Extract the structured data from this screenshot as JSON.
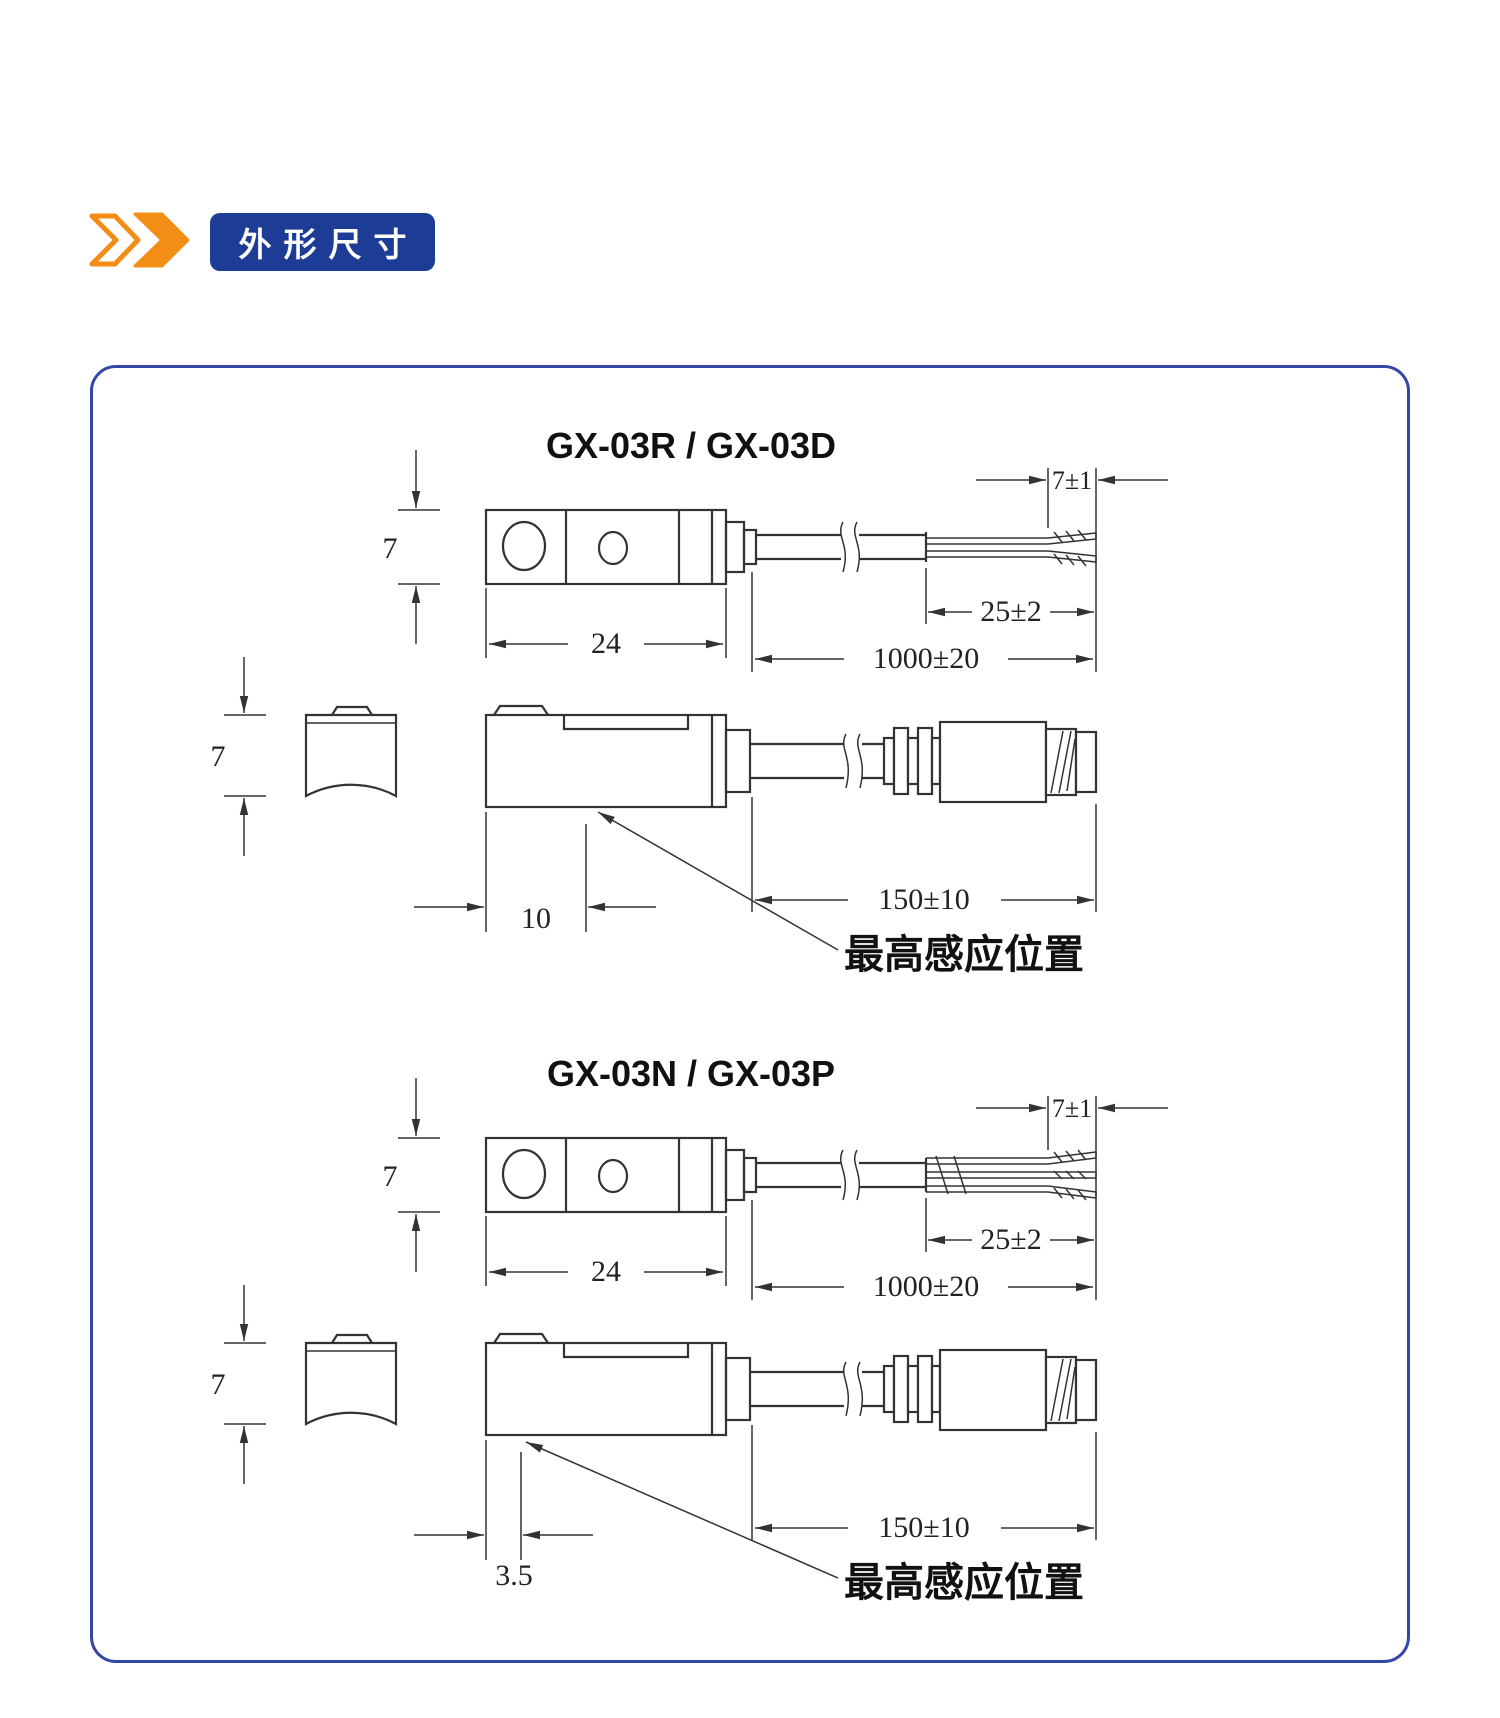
{
  "header": {
    "badge_label": "外形尺寸"
  },
  "colors": {
    "accent_orange": "#F28D15",
    "badge_blue": "#1D3C96",
    "panel_border": "#3447A6",
    "drawing_line": "#333333",
    "text": "#1A1A1A"
  },
  "diagrams": [
    {
      "title": "GX-03R / GX-03D",
      "wires": 2,
      "dims": {
        "body_height": "7",
        "body_length": "24",
        "wire_tip": "7±1",
        "wire_strip": "25±2",
        "cable_length": "1000±20",
        "side_height": "7",
        "sensing_offset": "10",
        "pigtail_length": "150±10"
      },
      "sensing_label": "最高感应位置"
    },
    {
      "title": "GX-03N / GX-03P",
      "wires": 3,
      "dims": {
        "body_height": "7",
        "body_length": "24",
        "wire_tip": "7±1",
        "wire_strip": "25±2",
        "cable_length": "1000±20",
        "side_height": "7",
        "sensing_offset": "3.5",
        "pigtail_length": "150±10"
      },
      "sensing_label": "最高感应位置"
    }
  ]
}
